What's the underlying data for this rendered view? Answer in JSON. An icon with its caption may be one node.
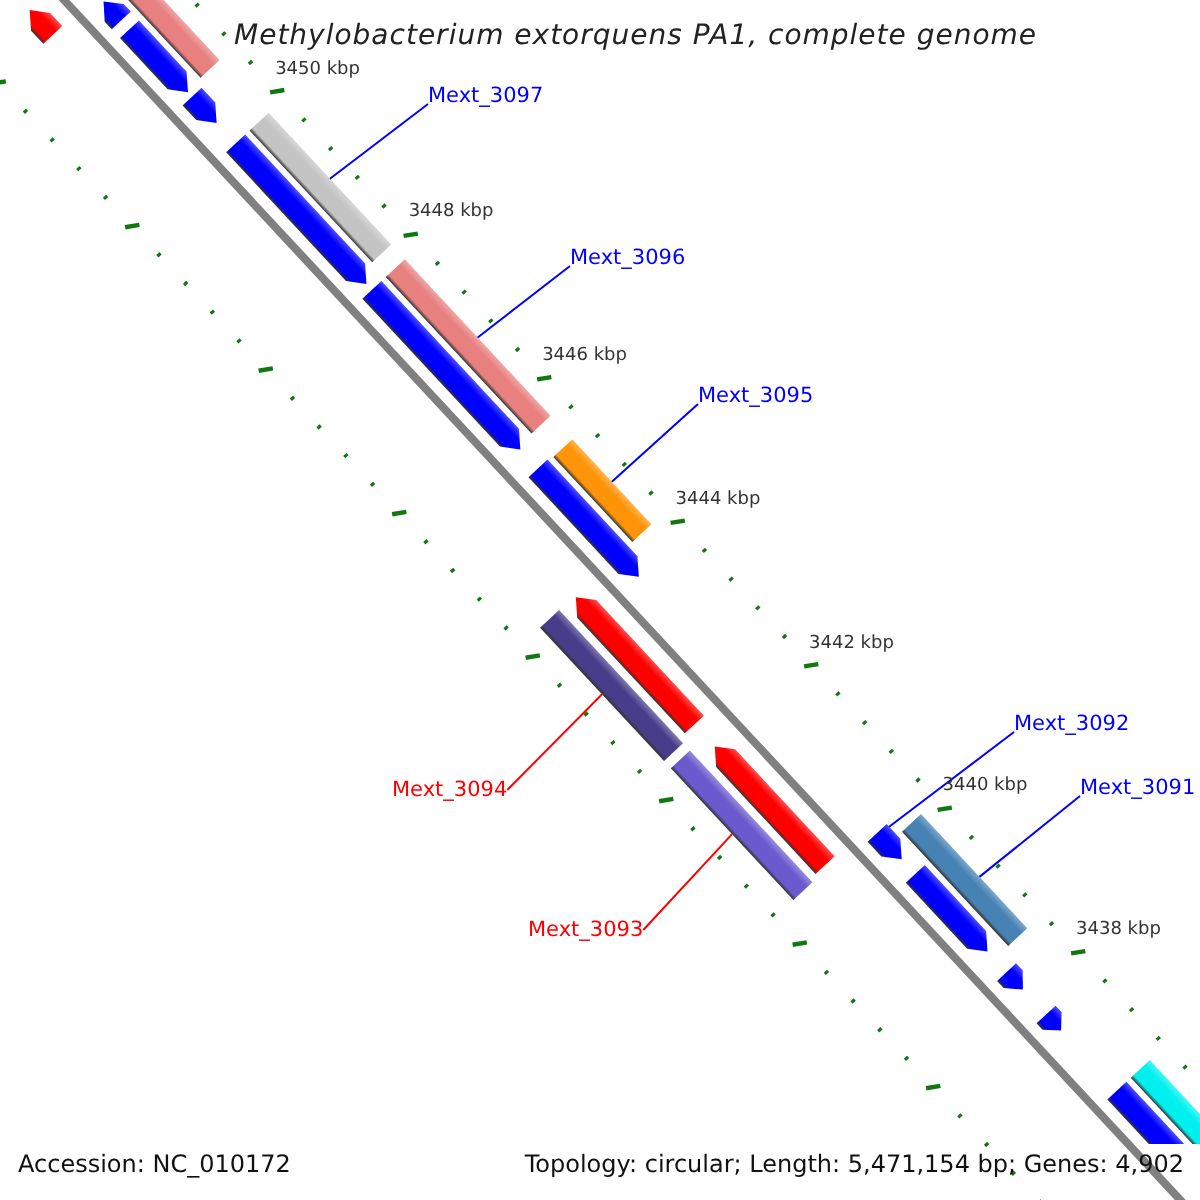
{
  "diagram": {
    "title": "Methylobacterium extorquens PA1, complete genome",
    "nodes": [
      {
        "text": [],
        "shape": "arrow"
      },
      {
        "text": [],
        "shape": "bar"
      },
      {
        "text": [],
        "shape": "arrow"
      },
      {
        "text": [],
        "shape": "arrow"
      },
      {
        "text": [],
        "shape": "arrow"
      },
      {
        "text": [
          "Mext_3097"
        ]
      },
      {
        "text": [],
        "shape": "bar"
      },
      {
        "text": [],
        "shape": "arrow"
      },
      {
        "text": [
          "Mext_3096"
        ]
      },
      {
        "text": [],
        "shape": "bar"
      },
      {
        "text": [],
        "shape": "arrow"
      },
      {
        "text": [
          "Mext_3095"
        ]
      },
      {
        "text": [],
        "shape": "bar"
      },
      {
        "text": [],
        "shape": "arrow"
      },
      {
        "text": [
          "Mext_3094"
        ]
      },
      {
        "text": [],
        "shape": "bar"
      },
      {
        "text": [],
        "shape": "arrow"
      },
      {
        "text": [
          "Mext_3093"
        ]
      },
      {
        "text": [],
        "shape": "bar"
      },
      {
        "text": [],
        "shape": "arrow"
      },
      {
        "text": [
          "Mext_3092"
        ]
      },
      {
        "text": [],
        "shape": "arrow"
      },
      {
        "text": [
          "Mext_3091"
        ]
      },
      {
        "text": [],
        "shape": "bar"
      },
      {
        "text": [],
        "shape": "arrow"
      },
      {
        "text": [],
        "shape": "arrow"
      },
      {
        "text": [],
        "shape": "arrow"
      },
      {
        "text": [],
        "shape": "bar"
      },
      {
        "text": [],
        "shape": "arrow"
      }
    ],
    "edges": [
      {
        "from": 5,
        "to": 6,
        "arrow": "none"
      },
      {
        "from": 8,
        "to": 9,
        "arrow": "none"
      },
      {
        "from": 11,
        "to": 12,
        "arrow": "none"
      },
      {
        "from": 14,
        "to": 15,
        "arrow": "none",
        "color": "#ff0000"
      },
      {
        "from": 17,
        "to": 18,
        "arrow": "none",
        "color": "#ff0000"
      },
      {
        "from": 20,
        "to": 21,
        "arrow": "none"
      },
      {
        "from": 22,
        "to": 23,
        "arrow": "none"
      }
    ],
    "labels": [
      "3450 kbp",
      "3448 kbp",
      "3446 kbp",
      "3444 kbp",
      "3442 kbp",
      "3440 kbp",
      "3438 kbp",
      "Accession: NC_010172",
      "Topology: circular; Length: 5,471,154 bp; Genes: 4,902"
    ]
  }
}
